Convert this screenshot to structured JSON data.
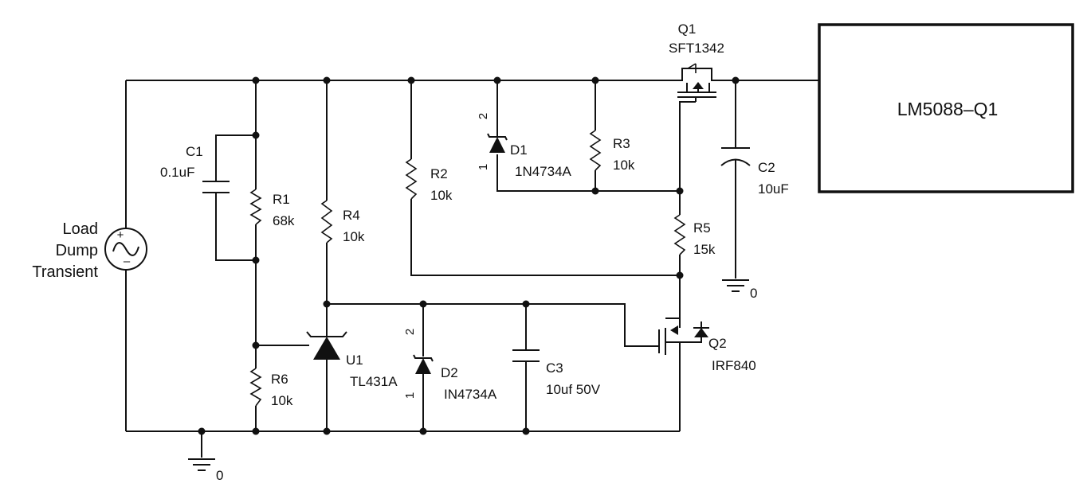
{
  "source": {
    "lines": [
      "Load",
      "Dump",
      "Transient"
    ],
    "plus": "+",
    "minus": "–"
  },
  "grounds": {
    "main": "0",
    "c2": "0"
  },
  "block": {
    "label": "LM5088–Q1"
  },
  "components": {
    "c1": {
      "ref": "C1",
      "value": "0.1uF"
    },
    "c2": {
      "ref": "C2",
      "value": "10uF"
    },
    "c3": {
      "ref": "C3",
      "value": "10uf 50V"
    },
    "r1": {
      "ref": "R1",
      "value": "68k"
    },
    "r2": {
      "ref": "R2",
      "value": "10k"
    },
    "r3": {
      "ref": "R3",
      "value": "10k"
    },
    "r4": {
      "ref": "R4",
      "value": "10k"
    },
    "r5": {
      "ref": "R5",
      "value": "15k"
    },
    "r6": {
      "ref": "R6",
      "value": "10k"
    },
    "d1": {
      "ref": "D1",
      "value": "1N4734A",
      "pin_top": "2",
      "pin_bottom": "1"
    },
    "d2": {
      "ref": "D2",
      "value": "IN4734A",
      "pin_top": "2",
      "pin_bottom": "1"
    },
    "u1": {
      "ref": "U1",
      "value": "TL431A"
    },
    "q1": {
      "ref": "Q1",
      "value": "SFT1342"
    },
    "q2": {
      "ref": "Q2",
      "value": "IRF840"
    }
  }
}
